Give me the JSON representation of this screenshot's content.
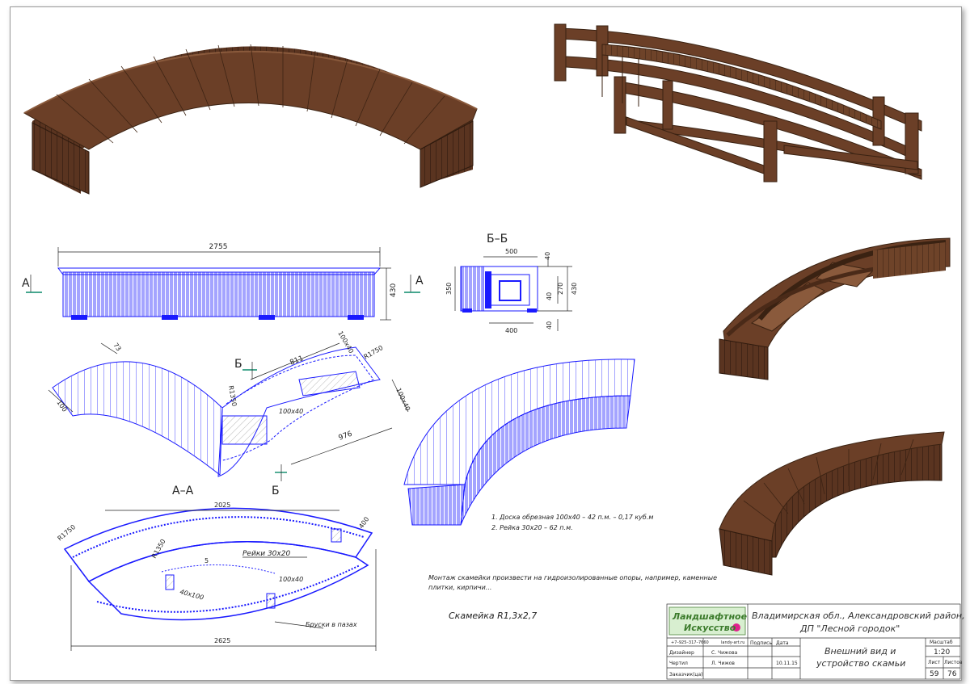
{
  "colors": {
    "wood": "#6b3f27",
    "wood_dark": "#4a2a18",
    "wood_light": "#8a5a3c",
    "blueprint": "#1a1aff",
    "dim": "#222222"
  },
  "views": {
    "top_left_render": "",
    "frame_render": "",
    "side_render": "",
    "bottom_render": ""
  },
  "front": {
    "dim_length": "2755",
    "dim_height": "430",
    "marker": "А"
  },
  "plan": {
    "marker": "Б",
    "dim_73": "73",
    "dim_100": "100",
    "dim_811": "811",
    "dim_100x40_top": "100x40",
    "dim_R1750": "R1750",
    "dim_R1350": "R1350",
    "dim_100x40_mid": "100x40",
    "dim_976": "976",
    "dim_100x40_right": "100x40"
  },
  "section_bb": {
    "title": "Б–Б",
    "dim_500": "500",
    "dim_40a": "40",
    "dim_270": "270",
    "dim_40b": "40",
    "dim_430": "430",
    "dim_350": "350",
    "dim_40c": "40",
    "dim_400": "400"
  },
  "section_aa": {
    "title": "А–А",
    "dim_2025": "2025",
    "dim_R1750": "R1750",
    "dim_R1350": "R1350",
    "dim_5": "5",
    "label_rails": "Рейки 30x20",
    "dim_400": "400",
    "dim_100x40": "100x40",
    "dim_40x100": "40x100",
    "label_bars": "Бруски в пазах",
    "dim_2625": "2625"
  },
  "notes": {
    "note1": "1. Доска обрезная 100x40 – 42 п.м. – 0,17 куб.м",
    "note2": "2. Рейка 30x20 – 62 п.м.",
    "install_line1": "Монтаж скамейки произвести на гидроизолированные опоры, например, каменные",
    "install_line2": "плитки, кирпичи...",
    "caption": "Скамейка R1,3x2,7"
  },
  "title_block": {
    "logo_line1": "Ландшафтное",
    "logo_line2": "Искусство",
    "phone": "+7–925–317–7660",
    "site": "landy-art.ru",
    "location_line1": "Владимирская обл., Александровский район,",
    "location_line2": "ДП \"Лесной городок\"",
    "scale_label": "Масштаб",
    "scale_value": "1:20",
    "sheet_label": "Лист",
    "sheets_label": "Листов",
    "sheet_value": "59",
    "sheets_value": "76",
    "row1_role": "Дизайнер",
    "row1_name": "С. Чижова",
    "row2_role": "Чертил",
    "row2_name": "Л. Чижов",
    "row2_date": "10.11.15",
    "row3_role": "Заказчик(ца)",
    "sign_label": "Подпись",
    "date_label": "Дата",
    "drawing_title_line1": "Внешний вид и",
    "drawing_title_line2": "устройство скамьи"
  }
}
